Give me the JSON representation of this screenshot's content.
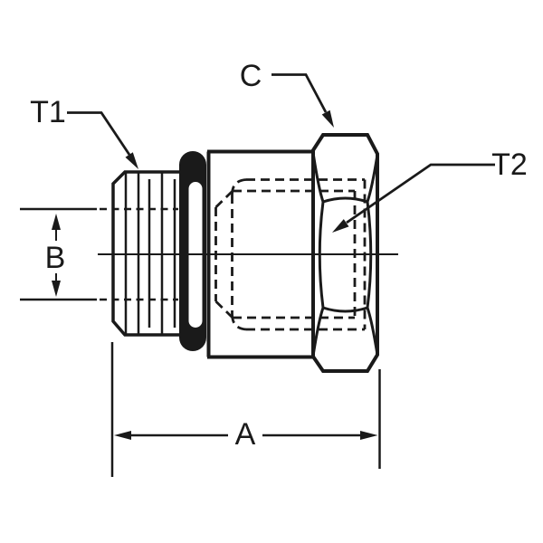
{
  "figure": {
    "description": "Technical line drawing of a hydraulic adapter fitting: male straight thread with O-ring (left) and hex body with internal female thread (right)",
    "labels": {
      "thread1": "T1",
      "hex_ref": "C",
      "thread2": "T2",
      "dim_height": "B",
      "dim_length": "A"
    },
    "colors": {
      "line": "#1a1a1a",
      "background": "#ffffff"
    }
  }
}
